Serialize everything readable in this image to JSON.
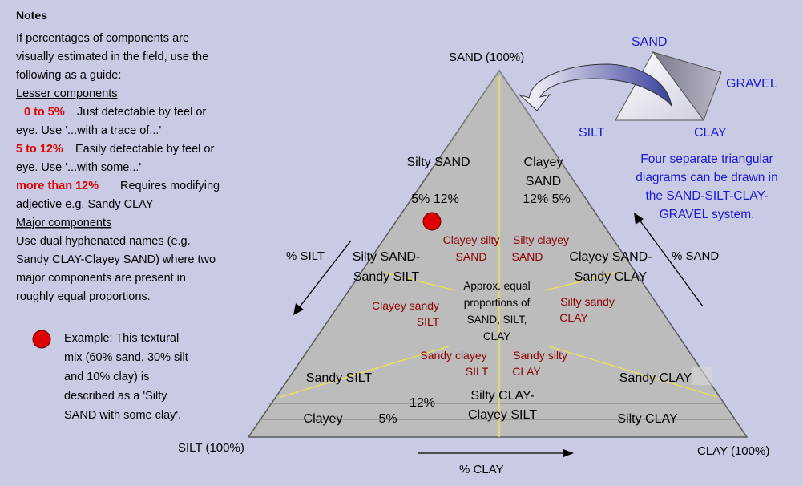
{
  "notes": {
    "title": "Notes",
    "intro": [
      "If percentages of components are",
      "visually estimated in the field, use the",
      "following as a guide:"
    ],
    "lesser_heading": "Lesser components",
    "lesser": [
      {
        "range": "0 to 5%",
        "text1": "Just detectable by feel or",
        "text2": "eye.  Use '...with a trace of...'"
      },
      {
        "range": "5 to 12%",
        "text1": "Easily detectable by feel or",
        "text2": "eye.  Use '...with some...'"
      },
      {
        "range": "more than 12%",
        "text1": "Requires modifying",
        "text2": "adjective e.g. Sandy CLAY"
      }
    ],
    "major_heading": "Major components",
    "major": [
      "Use dual hyphenated names (e.g.",
      "Sandy CLAY-Clayey SAND) where two",
      "major components are present in",
      "roughly equal proportions."
    ]
  },
  "example": [
    "Example: This textural",
    "mix (60% sand, 30% silt",
    "and 10% clay)  is",
    "described as a 'Silty",
    "SAND with some clay'."
  ],
  "corners": {
    "sand": "SAND (100%)",
    "silt": "SILT (100%)",
    "clay": "CLAY (100%)"
  },
  "axes": {
    "silt": "% SILT",
    "sand": "% SAND",
    "clay": "% CLAY"
  },
  "inset": {
    "sand": "SAND",
    "gravel": "GRAVEL",
    "silt": "SILT",
    "clay": "CLAY"
  },
  "inset_note": [
    "Four separate triangular",
    "diagrams can be drawn in",
    "the SAND-SILT-CLAY-",
    "GRAVEL system."
  ],
  "regions": {
    "silty_sand": "Silty SAND",
    "clayey_sand": [
      "Clayey",
      "SAND"
    ],
    "pct_left": "5%  12%",
    "pct_right": "12%  5%",
    "silty_sand_sandy_silt": [
      "Silty SAND-",
      "Sandy SILT"
    ],
    "clayey_sand_sandy_clay": [
      "Clayey SAND-",
      "Sandy CLAY"
    ],
    "clayey_silty_sand": [
      "Clayey silty",
      "SAND"
    ],
    "silty_clayey_sand": [
      "Silty clayey",
      "SAND"
    ],
    "approx_equal": [
      "Approx. equal",
      "proportions of",
      "SAND, SILT,",
      "CLAY"
    ],
    "clayey_sandy_silt": [
      "Clayey sandy",
      "SILT"
    ],
    "silty_sandy_clay": [
      "Silty sandy",
      "CLAY"
    ],
    "sandy_clayey_silt": [
      "Sandy clayey",
      "SILT"
    ],
    "sandy_silty_clay": [
      "Sandy silty",
      "CLAY"
    ],
    "sandy_silt": "Sandy SILT",
    "sandy_clay": "Sandy CLAY",
    "silty_clay_clayey_silt": [
      "Silty CLAY-",
      "Clayey SILT"
    ],
    "clayey": "Clayey",
    "pct_5": "5%",
    "pct_12": "12%",
    "silty_clay": "Silty CLAY"
  },
  "colors": {
    "background": "#c9cbe4",
    "triangle": "#bcbcbc",
    "boundary": "#e8e060",
    "example_dot": "#e00000",
    "blue_text": "#1a1ad0",
    "dark_red": "#8b0000"
  }
}
